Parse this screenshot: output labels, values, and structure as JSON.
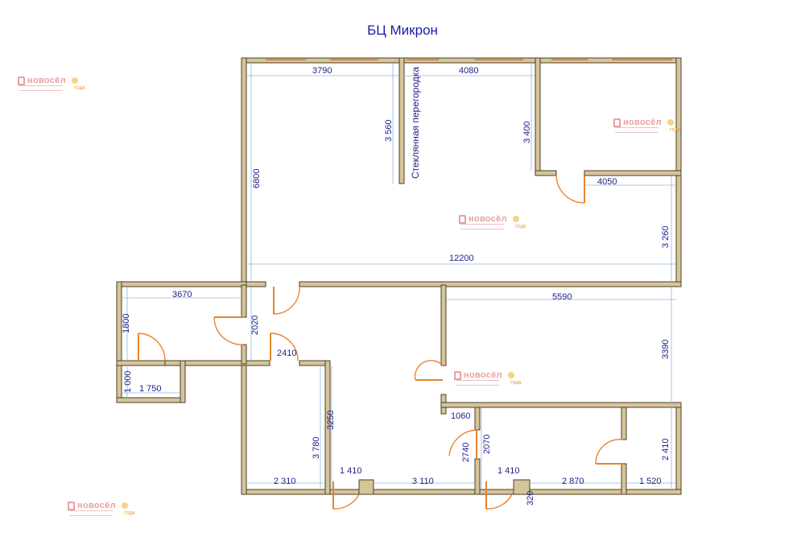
{
  "title": "БЦ Микрон",
  "partition_label": "Стеклянная перегородка",
  "watermark": {
    "name": "новосёл",
    "year": "ГОДА"
  },
  "dimensions": {
    "d3790": "3790",
    "d4080": "4080",
    "d3560": "3 560",
    "d3400": "3 400",
    "d4050": "4050",
    "d6800": "6800",
    "d3260": "3 260",
    "d12200": "12200",
    "d3670": "3670",
    "d1800": "1800",
    "d2020": "2020",
    "d2410a": "2410",
    "d5590": "5590",
    "d3390": "3390",
    "d1000": "1 000",
    "d1750": "1 750",
    "d3780": "3 780",
    "d3250": "3250",
    "d1060": "1060",
    "d2740": "2740",
    "d2070": "2070",
    "d2410b": "2 410",
    "d2310": "2 310",
    "d1410a": "1 410",
    "d3110": "3 110",
    "d1410b": "1 410",
    "d2870": "2 870",
    "d1520": "1 520",
    "d320": "320"
  },
  "colors": {
    "wall": "#d6c49a",
    "window": "#e8832c",
    "dimension_line": "#8fb7d9",
    "text": "#22228a",
    "watermark": "#e58f8f"
  }
}
